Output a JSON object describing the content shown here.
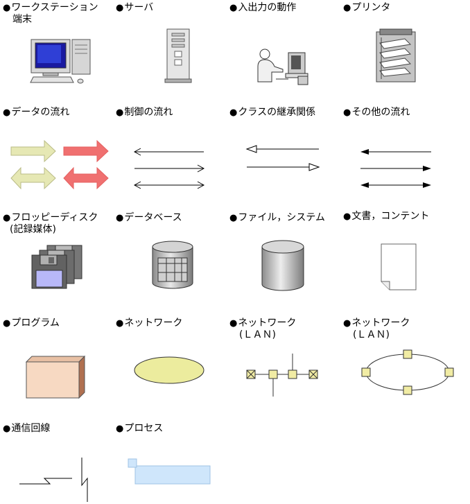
{
  "bullet": "●",
  "row1": {
    "workstation": {
      "line1": "ワークステーション",
      "line2": "端末"
    },
    "server": "サーバ",
    "io": "入出力の動作",
    "printer": "プリンタ"
  },
  "row2": {
    "data_flow": "データの流れ",
    "control_flow": "制御の流れ",
    "inheritance": "クラスの継承関係",
    "other_flow": "その他の流れ"
  },
  "row3": {
    "floppy": {
      "line1": "フロッピーディスク",
      "line2": "(記録媒体)"
    },
    "database": "データベース",
    "file_system": "ファイル，システム",
    "document": "文書，コンテント"
  },
  "row4": {
    "program": "プログラム",
    "network": "ネットワーク",
    "lan_bus": {
      "line1": "ネットワーク",
      "line2": "(ＬＡＮ)"
    },
    "lan_ring": {
      "line1": "ネットワーク",
      "line2": "(ＬＡＮ)"
    }
  },
  "row5": {
    "comm_line": "通信回線",
    "process": "プロセス"
  },
  "colors": {
    "data_flow_light": "#e6e8b4",
    "data_flow_red": "#f07070",
    "program_fill": "#f7d9c2",
    "network_fill": "#ecec9e",
    "lan_node": "#f1eca4",
    "process_fill": "#cfe6fb"
  }
}
